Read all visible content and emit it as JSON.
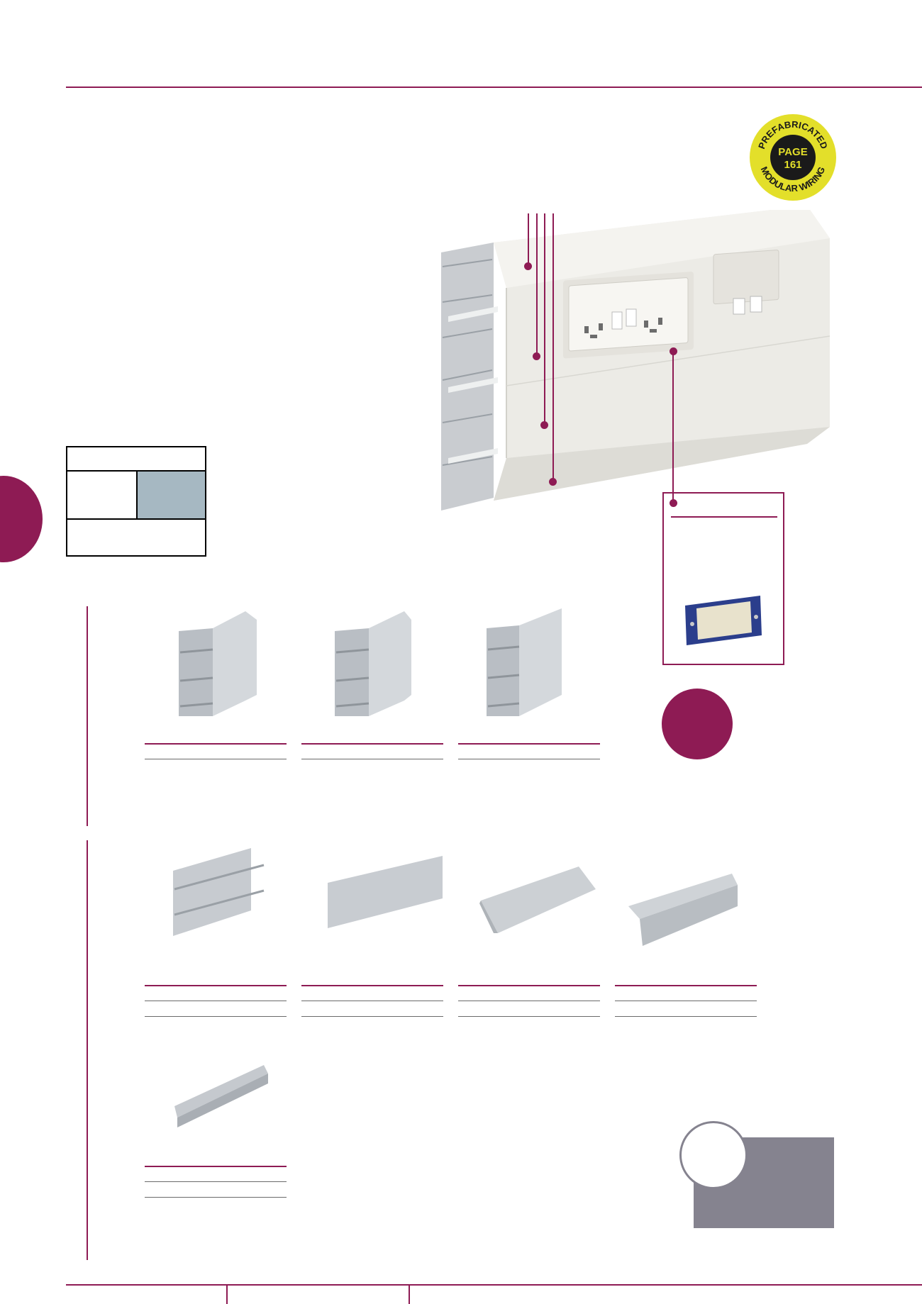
{
  "badge": {
    "top_text": "PREFABRICATED",
    "bottom_text": "MODULAR WIRING",
    "page_label": "PAGE",
    "page_number": "161",
    "colors": {
      "ring": "#e3df2a",
      "center": "#1a1a1a",
      "text_dark": "#1a1a1a",
      "page_text": "#e3df2a"
    }
  },
  "colors": {
    "accent": "#8e1b54",
    "grey_block": "#85838f",
    "blue_cell": "#a6b8c2",
    "line": "#6a6a6a"
  },
  "icons": {
    "side_tab": "maroon-half-circle",
    "callout_dot": "maroon-dot",
    "round_badge": "maroon-circle"
  }
}
